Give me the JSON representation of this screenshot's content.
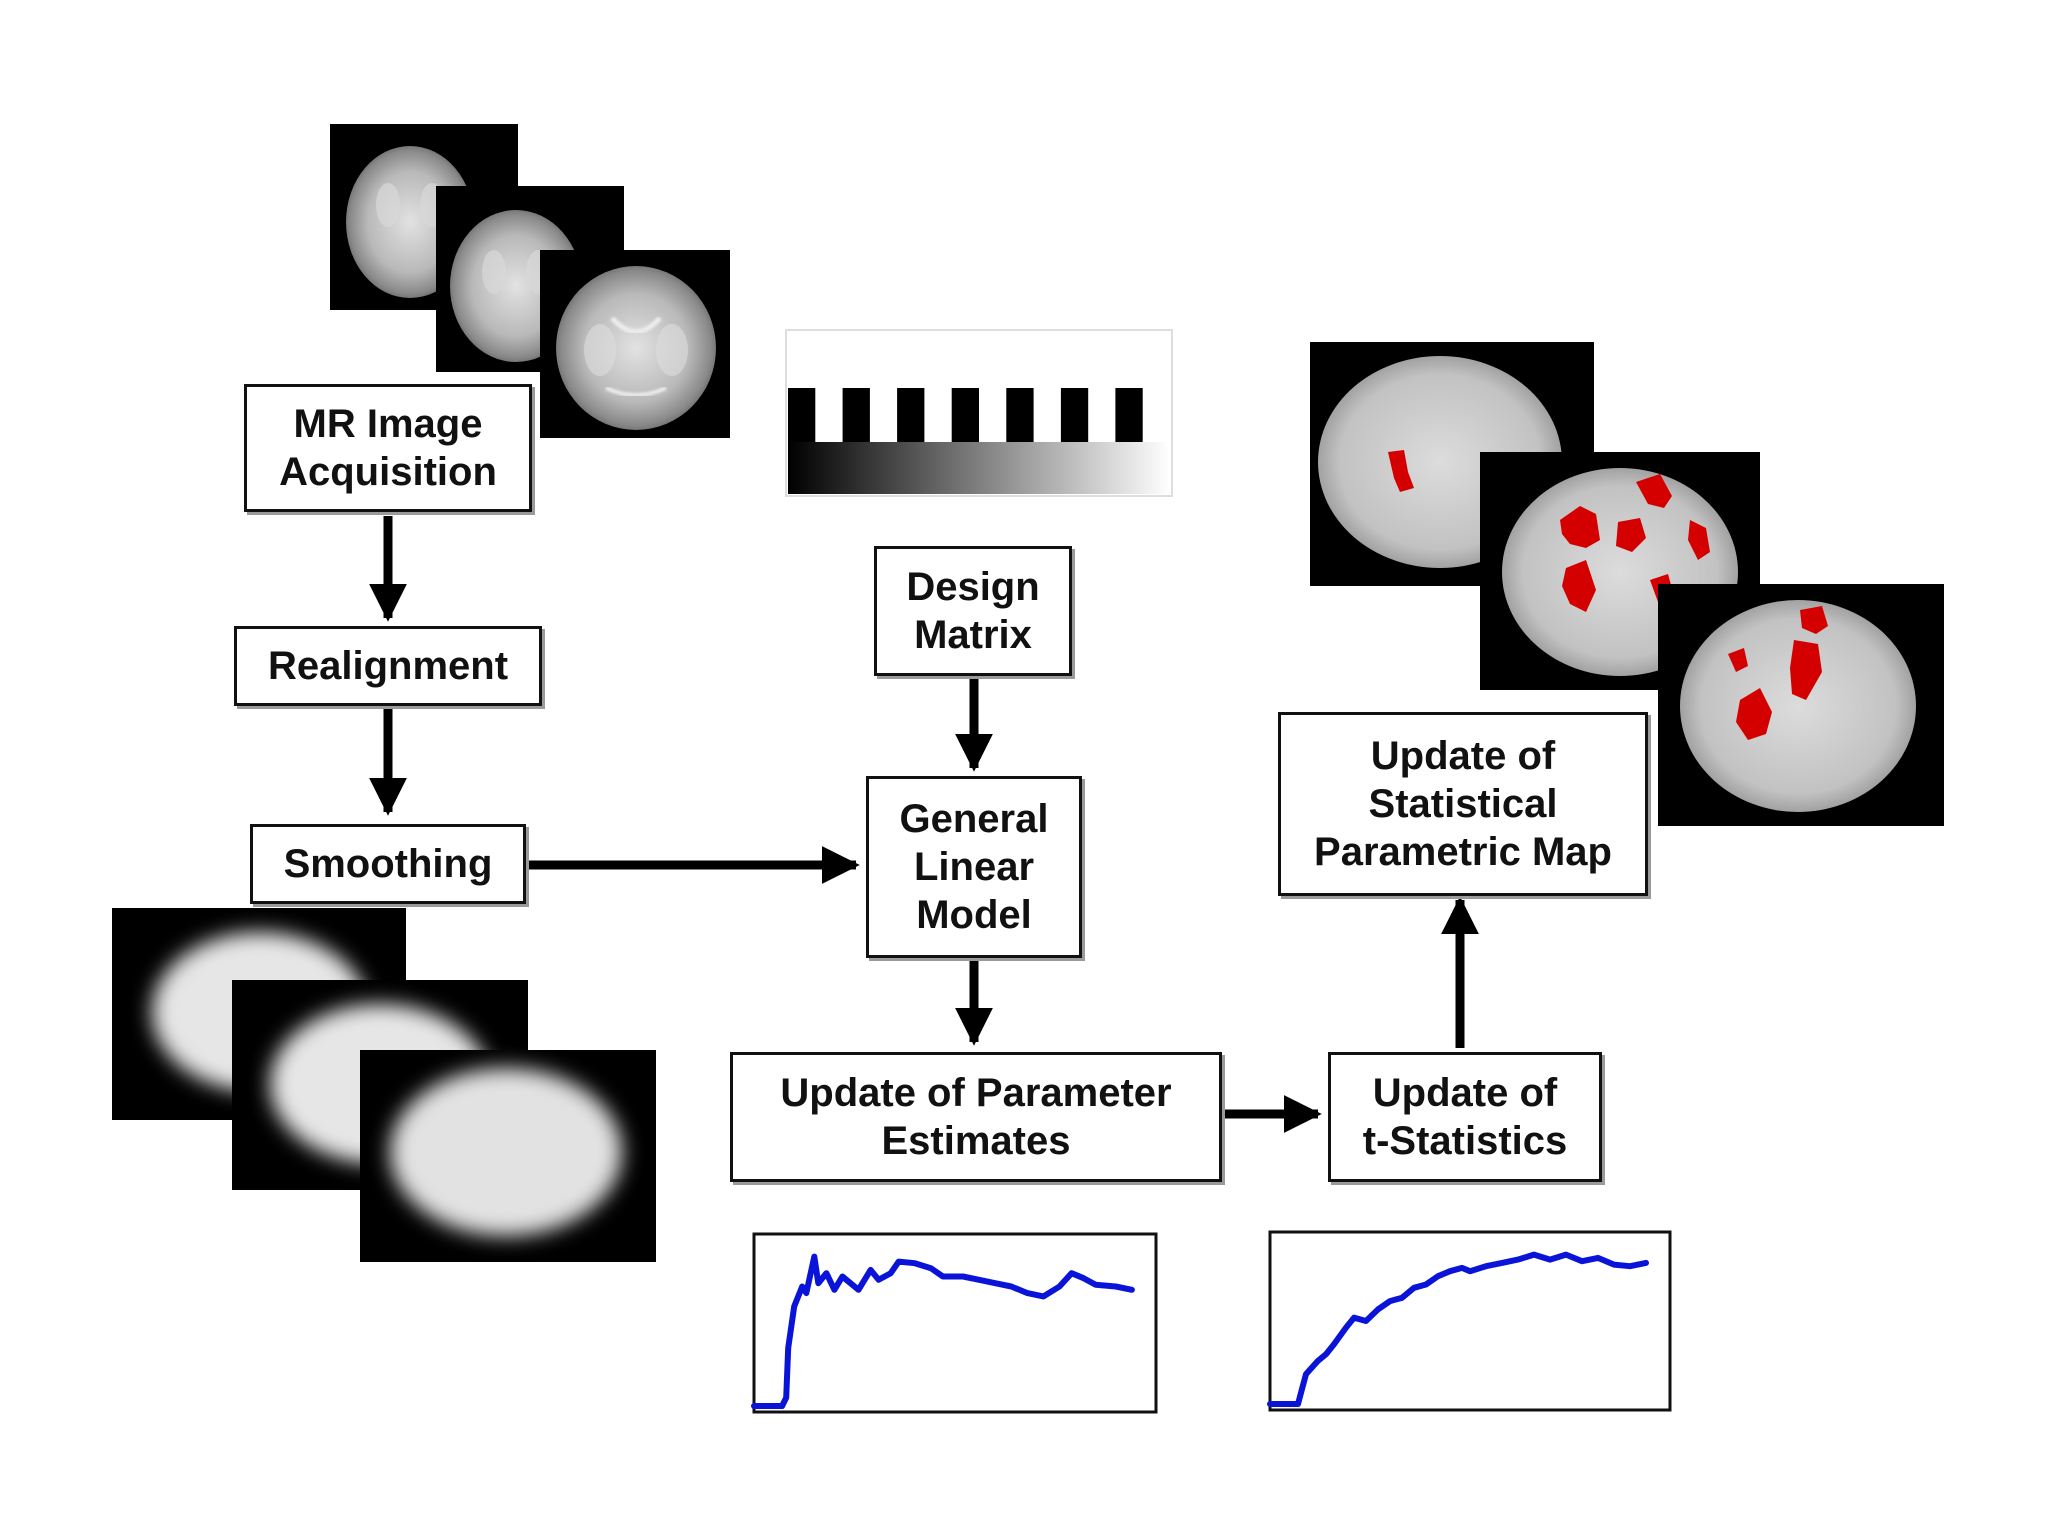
{
  "colors": {
    "box_border": "#111111",
    "box_shadow": "#9a9a9a",
    "arrow": "#000000",
    "trace": "#0a14d8",
    "activation": "#d40000",
    "scan_background": "#000000"
  },
  "icons": {
    "raw_scans": "brain-slice-stack-icon",
    "smoothed_scans": "blurred-brain-slice-stack-icon",
    "activation_maps": "activation-map-stack-icon",
    "design_matrix": "design-matrix-boxcar-icon"
  },
  "steps": {
    "acquisition": {
      "line1": "MR Image",
      "line2": "Acquisition"
    },
    "realignment": {
      "line1": "Realignment"
    },
    "smoothing": {
      "line1": "Smoothing"
    },
    "design_matrix": {
      "line1": "Design",
      "line2": "Matrix"
    },
    "glm": {
      "line1": "General",
      "line2": "Linear",
      "line3": "Model"
    },
    "parameter_estimates": {
      "line1": "Update of Parameter",
      "line2": "Estimates"
    },
    "t_statistics": {
      "line1": "Update of",
      "line2": "t-Statistics"
    },
    "spm": {
      "line1": "Update of",
      "line2": "Statistical",
      "line3": "Parametric Map"
    }
  },
  "design_matrix": {
    "boxcar_blocks": 7,
    "gradient": [
      "#000000",
      "#ffffff"
    ]
  },
  "traces": {
    "parameter_estimates": {
      "series": [
        [
          0,
          0
        ],
        [
          0.03,
          0
        ],
        [
          0.07,
          0
        ],
        [
          0.08,
          0.05
        ],
        [
          0.085,
          0.35
        ],
        [
          0.1,
          0.6
        ],
        [
          0.12,
          0.72
        ],
        [
          0.13,
          0.68
        ],
        [
          0.15,
          0.9
        ],
        [
          0.16,
          0.74
        ],
        [
          0.18,
          0.8
        ],
        [
          0.2,
          0.7
        ],
        [
          0.22,
          0.78
        ],
        [
          0.26,
          0.7
        ],
        [
          0.29,
          0.82
        ],
        [
          0.31,
          0.76
        ],
        [
          0.34,
          0.8
        ],
        [
          0.36,
          0.87
        ],
        [
          0.4,
          0.86
        ],
        [
          0.44,
          0.83
        ],
        [
          0.47,
          0.78
        ],
        [
          0.52,
          0.78
        ],
        [
          0.56,
          0.76
        ],
        [
          0.6,
          0.74
        ],
        [
          0.64,
          0.72
        ],
        [
          0.68,
          0.68
        ],
        [
          0.72,
          0.66
        ],
        [
          0.76,
          0.72
        ],
        [
          0.79,
          0.8
        ],
        [
          0.82,
          0.77
        ],
        [
          0.85,
          0.73
        ],
        [
          0.9,
          0.72
        ],
        [
          0.94,
          0.7
        ]
      ]
    },
    "t_statistics": {
      "series": [
        [
          0,
          0
        ],
        [
          0.03,
          0
        ],
        [
          0.07,
          0
        ],
        [
          0.09,
          0.18
        ],
        [
          0.12,
          0.26
        ],
        [
          0.14,
          0.3
        ],
        [
          0.16,
          0.36
        ],
        [
          0.19,
          0.46
        ],
        [
          0.21,
          0.52
        ],
        [
          0.24,
          0.5
        ],
        [
          0.27,
          0.57
        ],
        [
          0.3,
          0.62
        ],
        [
          0.33,
          0.64
        ],
        [
          0.36,
          0.7
        ],
        [
          0.39,
          0.72
        ],
        [
          0.42,
          0.77
        ],
        [
          0.45,
          0.8
        ],
        [
          0.48,
          0.82
        ],
        [
          0.5,
          0.8
        ],
        [
          0.54,
          0.83
        ],
        [
          0.58,
          0.85
        ],
        [
          0.62,
          0.87
        ],
        [
          0.66,
          0.9
        ],
        [
          0.7,
          0.87
        ],
        [
          0.74,
          0.9
        ],
        [
          0.78,
          0.86
        ],
        [
          0.82,
          0.88
        ],
        [
          0.86,
          0.84
        ],
        [
          0.9,
          0.83
        ],
        [
          0.94,
          0.85
        ]
      ]
    }
  }
}
